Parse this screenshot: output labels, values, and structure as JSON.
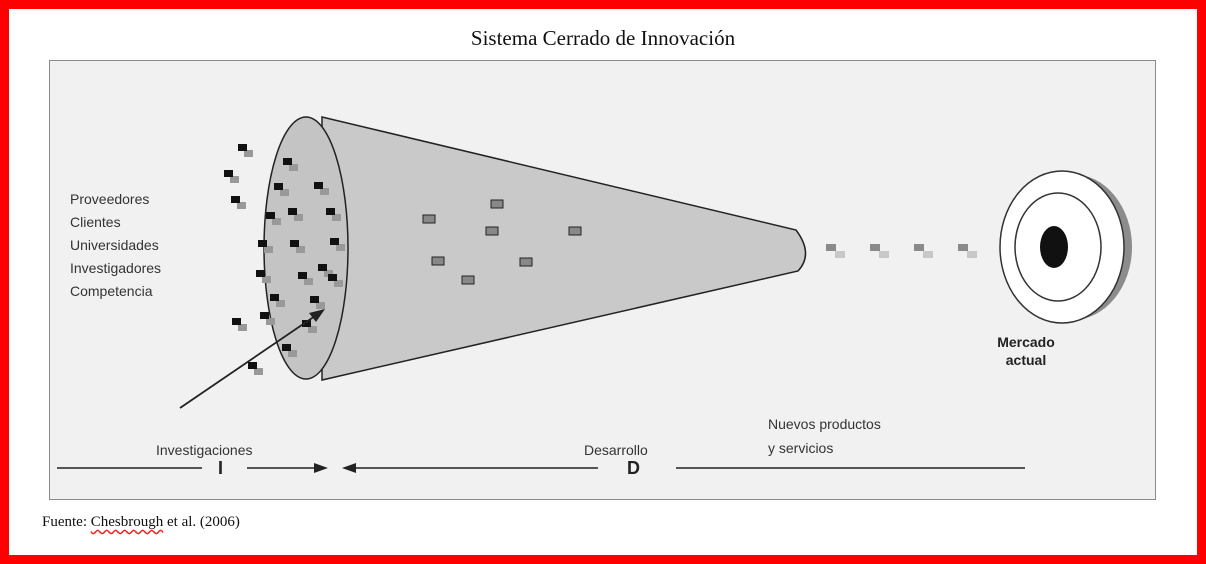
{
  "title": "Sistema Cerrado de Innovación",
  "sources": [
    "Proveedores",
    "Clientes",
    "Universidades",
    "Investigadores",
    "Competencia"
  ],
  "phase_research": {
    "label": "Investigaciones",
    "letter": "I"
  },
  "phase_development": {
    "label": "Desarrollo",
    "letter": "D"
  },
  "new_products": {
    "line1": "Nuevos productos",
    "line2": "y servicios"
  },
  "market": {
    "line1": "Mercado",
    "line2": "actual"
  },
  "source": {
    "prefix": "Fuente: ",
    "author": "Chesbrough",
    "suffix": " et al. (2006)"
  },
  "colors": {
    "frame": "#ff0000",
    "funnel": "#c9c9c9",
    "panel": "#f1f1f1",
    "dark_square": "#111111",
    "light_square": "#999999"
  }
}
